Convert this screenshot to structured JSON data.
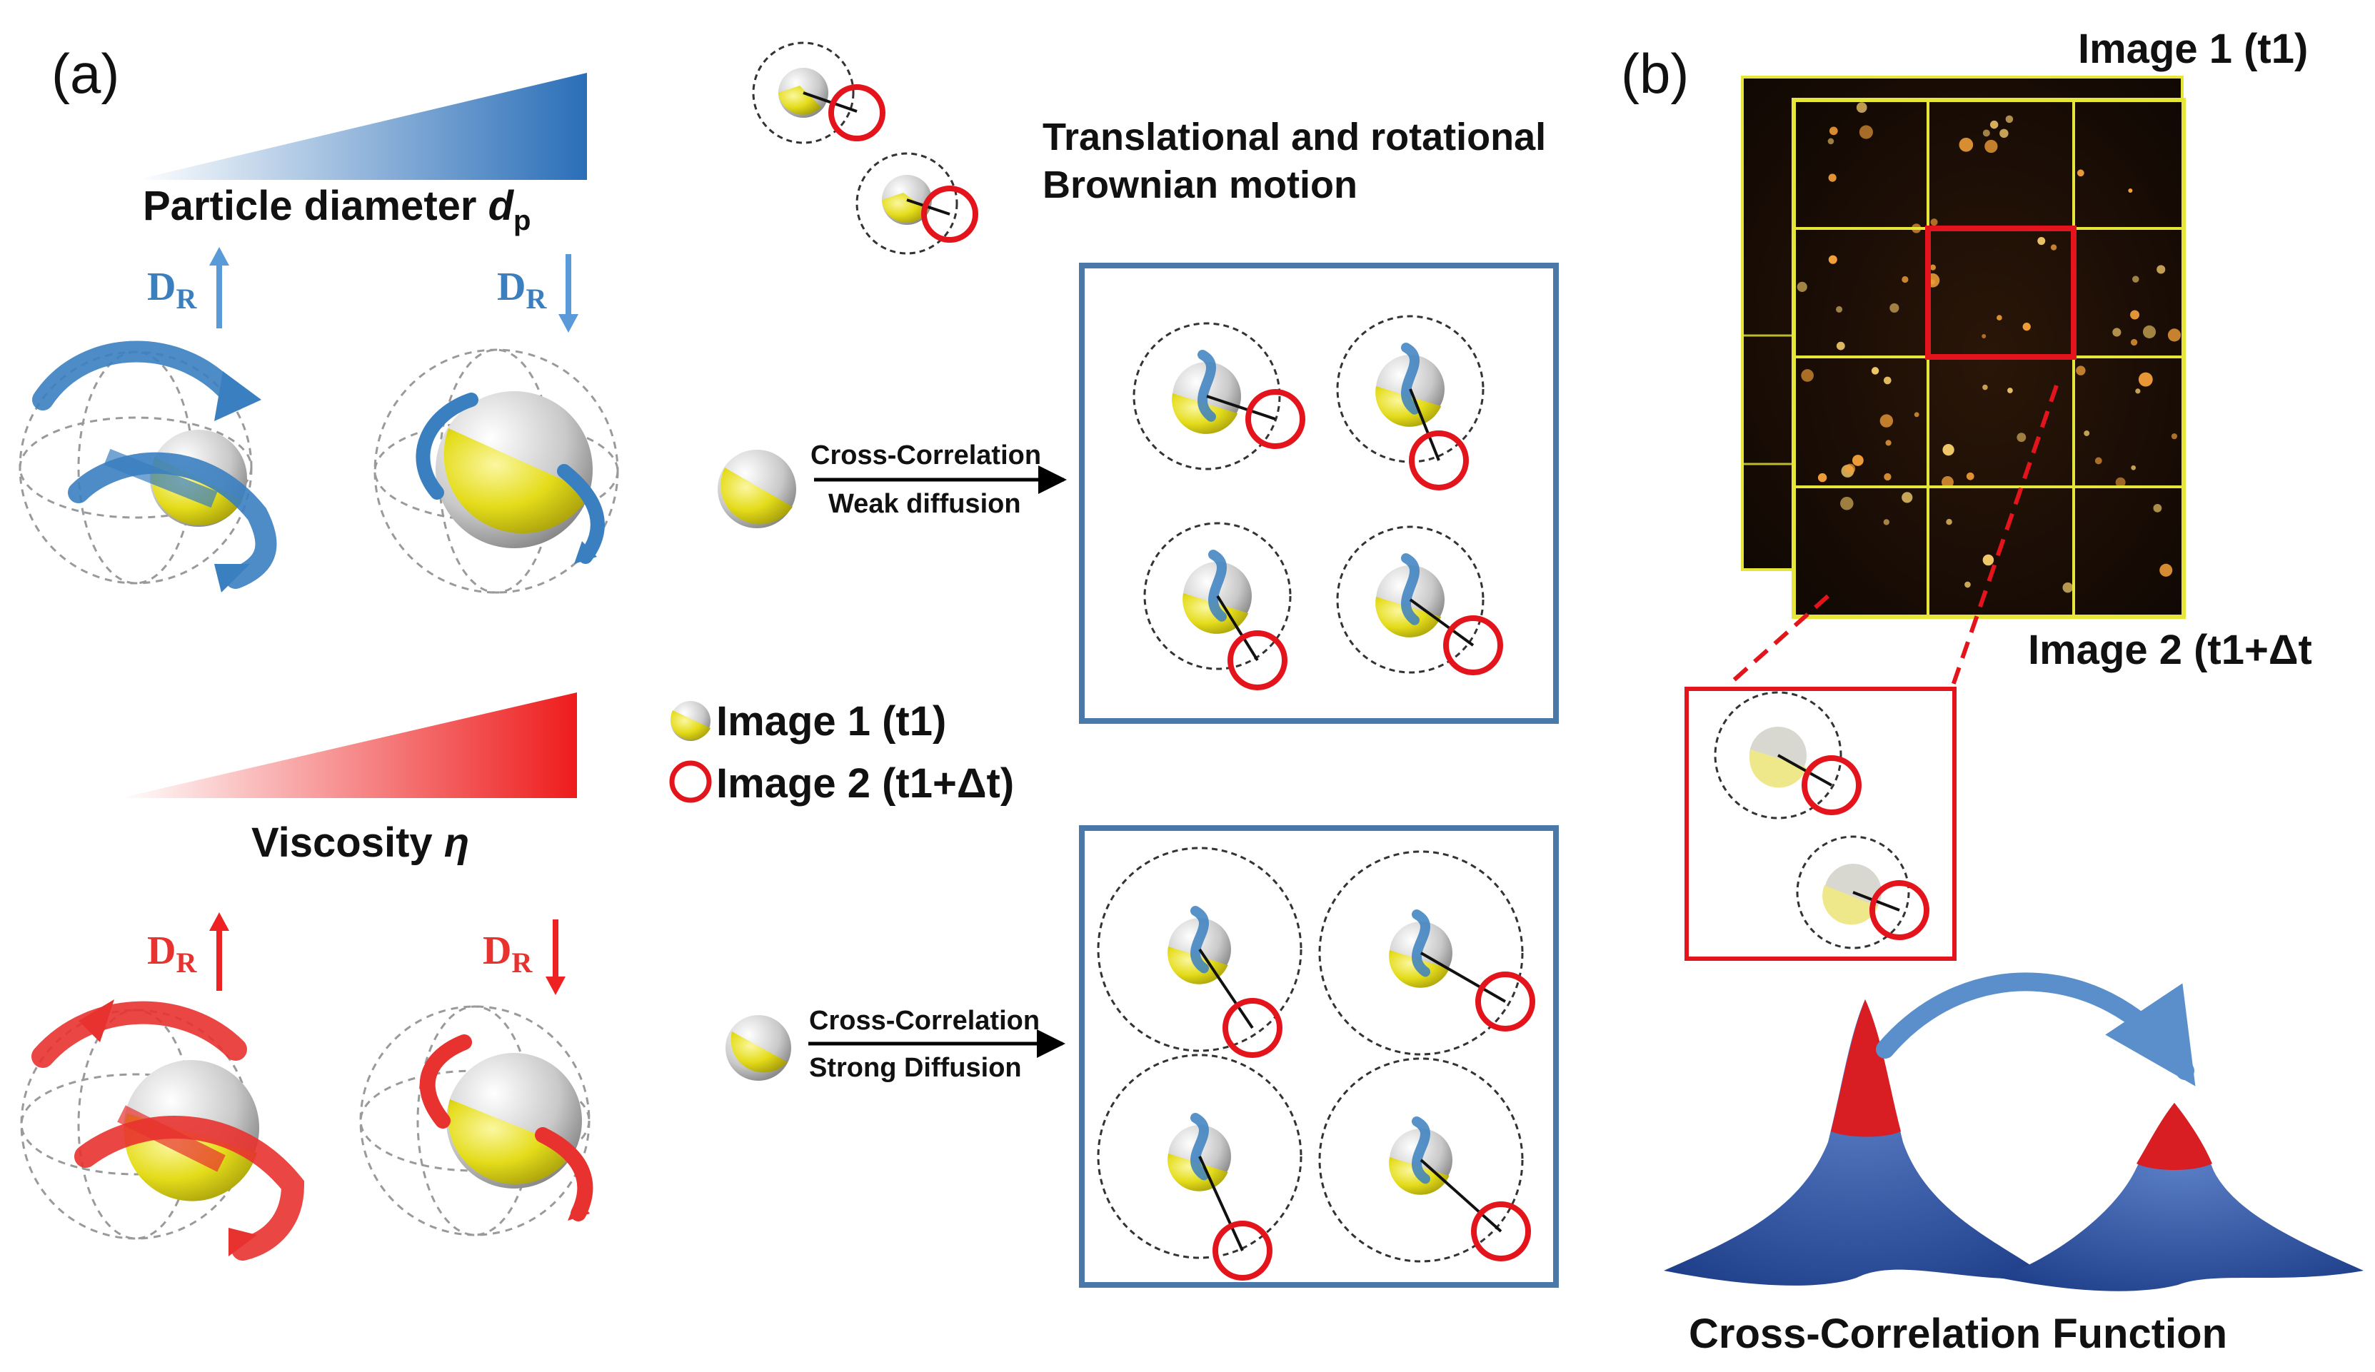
{
  "panel_a": {
    "tag": "(a)",
    "diameter_label_text": "Particle diameter ",
    "diameter_label_var": "d",
    "diameter_label_sub": "p",
    "viscosity_label_text": "Viscosity ",
    "viscosity_label_var": "η",
    "dr_main": "D",
    "dr_sub": "R",
    "motion_title_line1": "Translational and rotational",
    "motion_title_line2": "Brownian motion",
    "weak_arrow_top": "Cross-Correlation",
    "weak_arrow_bottom": "Weak diffusion",
    "strong_arrow_top": "Cross-Correlation",
    "strong_arrow_bottom": "Strong Diffusion",
    "legend_image1": "Image 1 (t1)",
    "legend_image2": "Image 2 (t1+Δt)"
  },
  "panel_b": {
    "tag": "(b)",
    "image1_label": "Image 1 (t1)",
    "image2_label": "Image 2 (t1+Δt",
    "function_label": "Cross-Correlation Function"
  },
  "colors": {
    "blue_arrow": "#3b7fbf",
    "red_arrow": "#e8322f",
    "particle_yellow": "#e6df1e",
    "particle_gray": "#c8c8c8",
    "ring_red": "#e3141b",
    "frame_blue": "#4a78a8",
    "grid_yellow": "#e6e63a"
  }
}
